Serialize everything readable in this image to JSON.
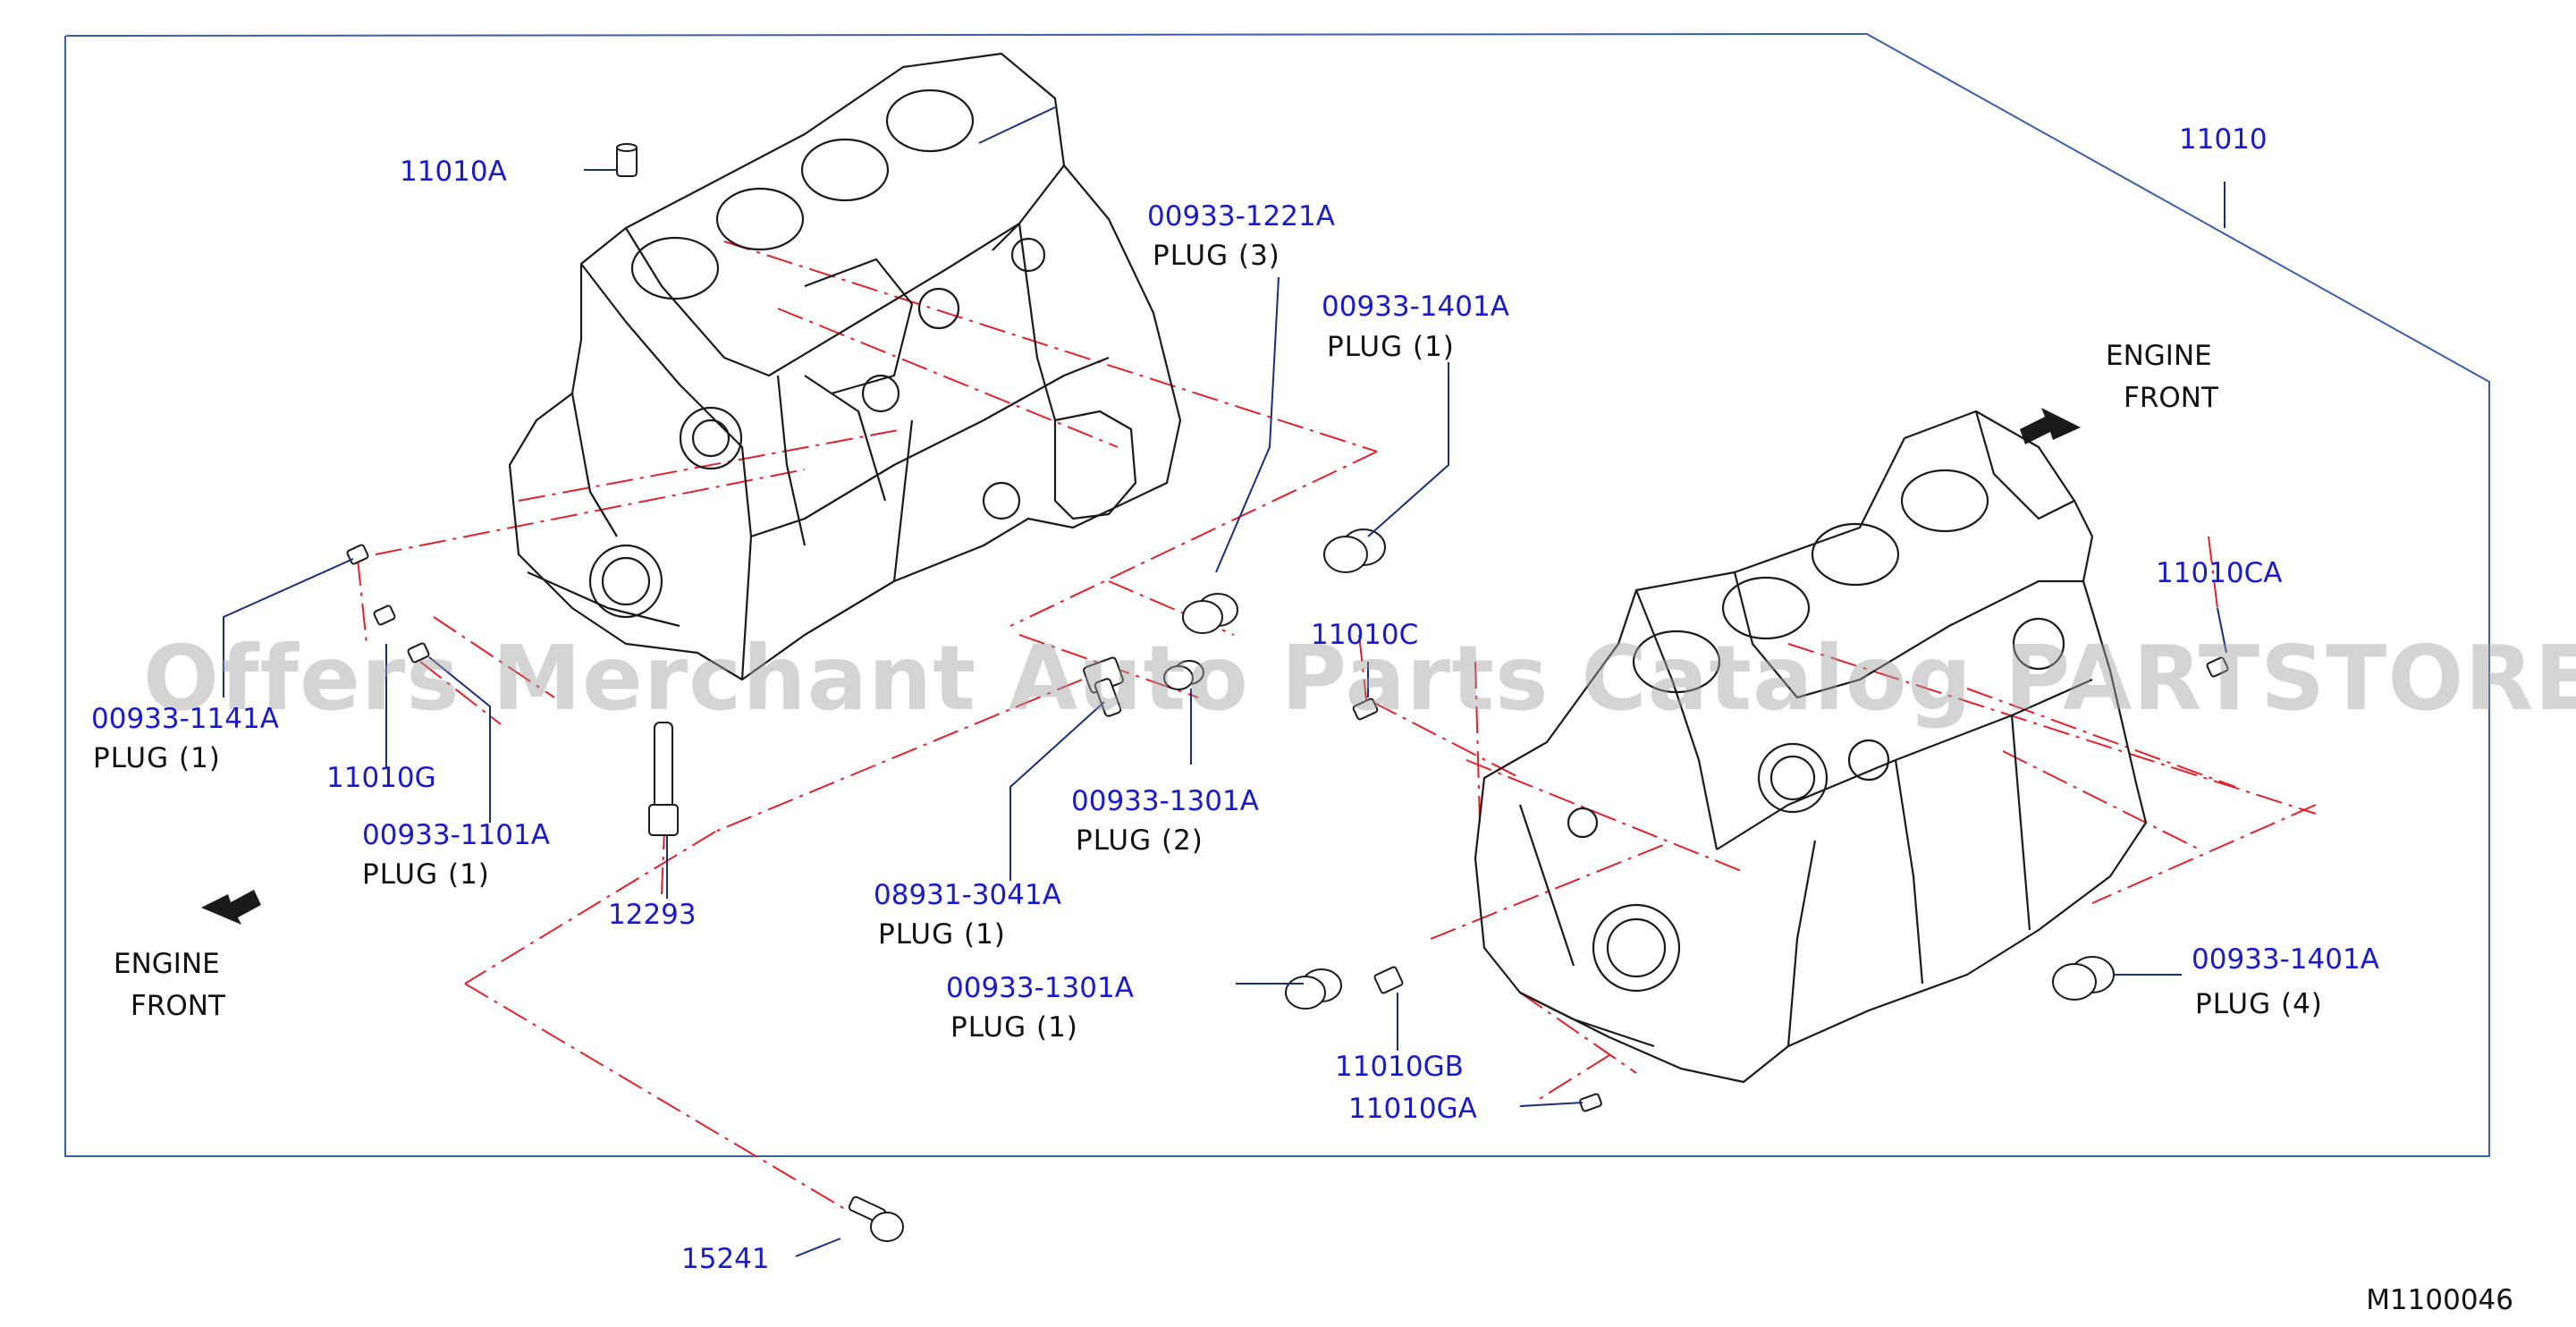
{
  "diagram": {
    "watermark": "Offers Merchant Auto Parts Catalog PARTSTORE.SA",
    "diagram_code": "M1100046",
    "engine_front_left": {
      "line1": "ENGINE",
      "line2": "FRONT"
    },
    "engine_front_right": {
      "line1": "ENGINE",
      "line2": "FRONT"
    },
    "callouts": {
      "p11010": {
        "part": "11010"
      },
      "p11010A": {
        "part": "11010A"
      },
      "p1221A": {
        "part": "00933-1221A",
        "desc": "PLUG (3)"
      },
      "p1401A_top": {
        "part": "00933-1401A",
        "desc": "PLUG (1)"
      },
      "p11010CA": {
        "part": "11010CA"
      },
      "p11010C": {
        "part": "11010C"
      },
      "p1141A": {
        "part": "00933-1141A",
        "desc": "PLUG (1)"
      },
      "p11010G": {
        "part": "11010G"
      },
      "p1101A": {
        "part": "00933-1101A",
        "desc": "PLUG (1)"
      },
      "p12293": {
        "part": "12293"
      },
      "p3041A": {
        "part": "08931-3041A",
        "desc": "PLUG (1)"
      },
      "p1301A_2": {
        "part": "00933-1301A",
        "desc": "PLUG (2)"
      },
      "p1301A_1": {
        "part": "00933-1301A",
        "desc": "PLUG (1)"
      },
      "p11010GB": {
        "part": "11010GB"
      },
      "p11010GA": {
        "part": "11010GA"
      },
      "p1401A_bot": {
        "part": "00933-1401A",
        "desc": "PLUG (4)"
      },
      "p15241": {
        "part": "15241"
      }
    }
  }
}
